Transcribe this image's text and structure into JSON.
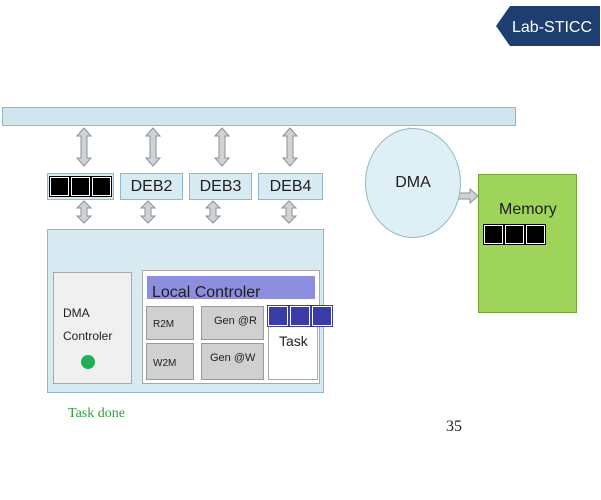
{
  "logo": {
    "text": "Lab-STICC",
    "colors": {
      "mark": "#1d3e6e",
      "text": "#ffffff"
    }
  },
  "deb_labels": [
    "DEB2",
    "DEB3",
    "DEB4"
  ],
  "dma": {
    "label": "DMA"
  },
  "memory": {
    "label": "Memory"
  },
  "local_controller": {
    "label": "Local Controler"
  },
  "dma_controller": {
    "line1": "DMA",
    "line2": "Controler"
  },
  "units": {
    "r2m": "R2M",
    "w2m": "W2M",
    "gen_r": "Gen @R",
    "gen_w": "Gen  @W",
    "task": "Task"
  },
  "task_done": "Task done",
  "page_number": "35",
  "colors": {
    "bus": "#d0e6ee",
    "memory": "#9ed45a",
    "local_controller": "#8e8ee0",
    "task_blocks": "#3a3ca8",
    "arrow_green": "#23a84a",
    "arrow_red": "#d23a2a",
    "status_dot": "#21b058"
  }
}
